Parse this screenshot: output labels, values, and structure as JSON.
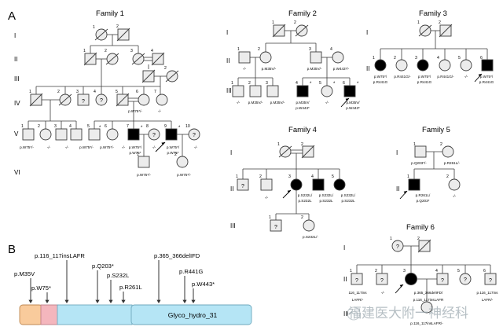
{
  "figure": {
    "panels": [
      {
        "id": "A",
        "label": "A"
      },
      {
        "id": "B",
        "label": "B"
      }
    ],
    "watermark": "福建医大附一神经科"
  },
  "panelA": {
    "families": [
      {
        "title": "Family 1",
        "generations": [
          "I",
          "II",
          "III",
          "IV",
          "V",
          "VI"
        ],
        "genotypes": [
          "p.W75*/-",
          "-/-",
          "p.W75*/-",
          "-/-",
          "-/-",
          "p.W75*/-",
          "p.W75*/-",
          "-/-",
          "p.W75*/ p.W75*",
          "-/-",
          "p.W75*/ p.W75*",
          "-/-",
          "p.W75*/-",
          "p.W75*/-"
        ]
      },
      {
        "title": "Family 2",
        "generations": [
          "I",
          "II",
          "III"
        ],
        "genotypes": [
          "-/-",
          "p.M35V/-",
          "p.M35V/-",
          "p.W443*/-",
          "-/-",
          "p.M35V/-",
          "p.M35V/-",
          "p.M35V/ p.W443*",
          "-/-",
          "p.M35V/ p.W443*"
        ]
      },
      {
        "title": "Family 3",
        "generations": [
          "I",
          "II"
        ],
        "genotypes": [
          "p.W75*/ p.R441G",
          "p.R441G/-",
          "p.W75*/ p.R441G",
          "p.R441G/-",
          "-/-",
          "p.W75*/ p.R441G"
        ]
      },
      {
        "title": "Family 4",
        "generations": [
          "I",
          "II",
          "III"
        ],
        "genotypes": [
          "-/-",
          "p.S232L/ p.S232L",
          "p.S232L/ p.S232L",
          "p.S232L/ p.S232L",
          "p.S232L/-"
        ]
      },
      {
        "title": "Family 5",
        "generations": [
          "I",
          "II"
        ],
        "genotypes": [
          "p.Q203*/-",
          "p.R261L/-",
          "p.R261L/ p.Q203*",
          "-/-"
        ]
      },
      {
        "title": "Family 6",
        "generations": [
          "I",
          "II",
          "III"
        ],
        "genotypes": [
          "116_117ins LAFR/-",
          "-/-",
          "p.365_366delIFD/ p.116_117insLAFR",
          "p.116_117ins LAFR/-",
          "p.116_117insLAFR/-"
        ]
      }
    ]
  },
  "panelB": {
    "domain_name": "Glyco_hydro_31",
    "variants": [
      "p.M35V",
      "p.W75*",
      "p.116_117insLAFR",
      "p.Q203*",
      "p.S232L",
      "p.R261L",
      "p.365_366delIFD",
      "p.R441G",
      "p.W443*"
    ],
    "colors": {
      "signal_peptide": "#f9cb9c",
      "trefoil": "#f4b6bd",
      "body": "#b5e5f5",
      "outline": "#7a9fb0"
    }
  }
}
